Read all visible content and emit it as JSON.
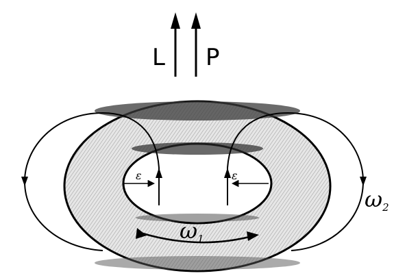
{
  "labels": {
    "angular_momentum": "L",
    "momentum": "P",
    "omega_1": "ω",
    "omega_1_sub": "1",
    "omega_2": "ω",
    "omega_2_sub": "2",
    "epsilon_left": "ε",
    "epsilon_right": "ε"
  },
  "colors": {
    "ink": "#000000",
    "torus_fill": "#dcdcdc",
    "background": "#ffffff"
  }
}
